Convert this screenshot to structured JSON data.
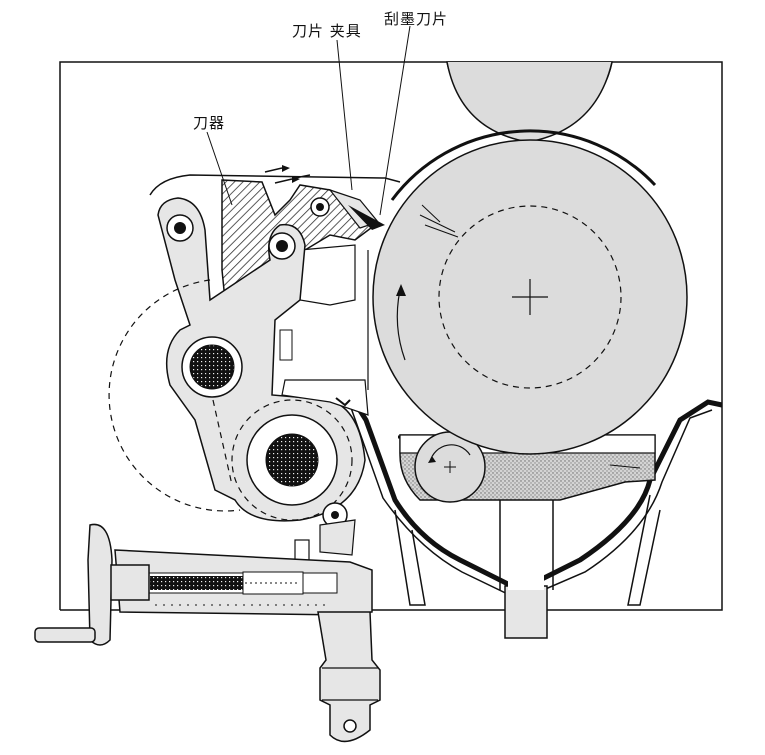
{
  "labels": {
    "blade_clamp": "刀片 夹具",
    "doctor_blade": "刮墨刀片",
    "blade_holder": "刀器"
  },
  "watermark": "",
  "colors": {
    "line": "#111111",
    "cylinder_fill": "#dcdcdc",
    "light_fill": "#e6e6e6",
    "hatch": "#333333",
    "background": "#ffffff"
  }
}
